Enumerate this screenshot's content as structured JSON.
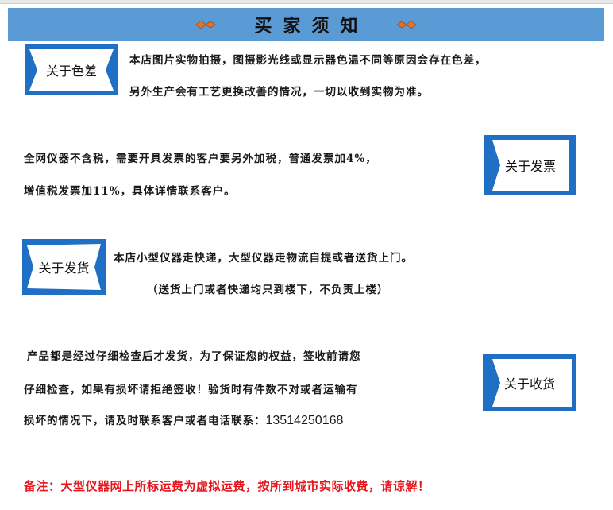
{
  "header": {
    "title": "买家须知"
  },
  "colors": {
    "header_bg": "#5b9bd5",
    "badge_blue": "#1f6fc5",
    "note_red": "#e8131b",
    "ornament": "#e0742a"
  },
  "sections": [
    {
      "badge": "关于色差",
      "lines": [
        "本店图片实物拍摄，图摄影光线或显示器色温不同等原因会存在色差，",
        "另外生产会有工艺更换改善的情况，一切以收到实物为准。"
      ]
    },
    {
      "badge": "关于发票",
      "lines": [
        "全网仪器不含税，需要开具发票的客户要另外加税，普通发票加4%，",
        "增值税发票加11%，具体详情联系客户。"
      ]
    },
    {
      "badge": "关于发货",
      "lines": [
        "本店小型仪器走快递，大型仪器走物流自提或者送货上门。",
        "（送货上门或者快递均只到楼下，不负责上楼）"
      ]
    },
    {
      "badge": "关于收货",
      "lines": [
        "产品都是经过仔细检查后才发货，为了保证您的权益，签收前请您",
        "仔细检查，如果有损坏请拒绝签收！验货时有件数不对或者运输有",
        "损坏的情况下，请及时联系客户或者电话联系："
      ],
      "phone": "13514250168"
    }
  ],
  "note": "备注：大型仪器网上所标运费为虚拟运费，按所到城市实际收费，请谅解！"
}
